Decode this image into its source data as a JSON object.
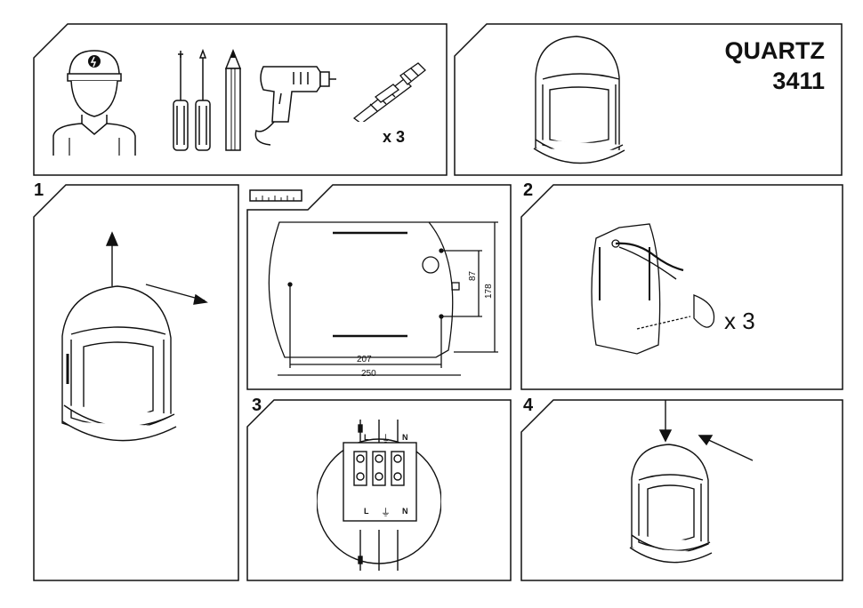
{
  "product": {
    "name": "QUARTZ",
    "model": "3411"
  },
  "tools": {
    "items": [
      "electrician-icon",
      "screwdrivers-icon",
      "pencil-icon",
      "drill-icon",
      "wall-plug-icon"
    ],
    "plug_count": "x 3"
  },
  "steps": {
    "step1": "1",
    "step2": "2",
    "step3": "3",
    "step4": "4"
  },
  "mounting_plate": {
    "width_total": "250",
    "hole_spacing_h": "207",
    "height_total": "178",
    "hole_spacing_v": "87"
  },
  "step2": {
    "screw_count": "x 3"
  },
  "terminal": {
    "top_labels": [
      "L",
      "⏚",
      "N"
    ],
    "bottom_labels": [
      "L",
      "⏚",
      "N"
    ]
  }
}
